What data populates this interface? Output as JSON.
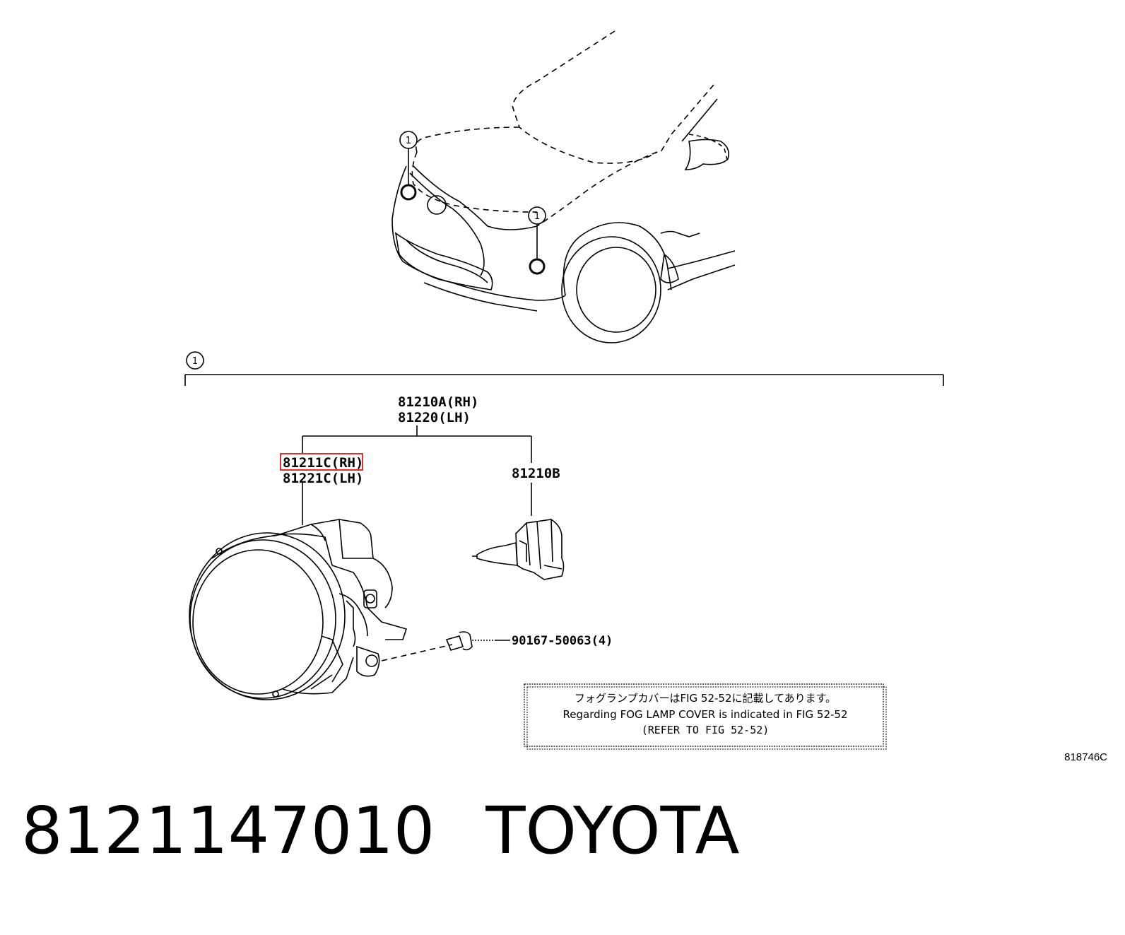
{
  "callouts": {
    "ref_number": "1"
  },
  "parts": {
    "assembly_rh": "81210A(RH)",
    "assembly_lh": "81220(LH)",
    "unit_rh": "81211C(RH)",
    "unit_lh": "81221C(LH)",
    "bulb": "81210B",
    "screw": "90167-50063(4)"
  },
  "highlight": {
    "part": "81211C(RH)",
    "color": "#e03030"
  },
  "note": {
    "line1": "フォグランプカバーはFIG 52-52に記載してあります。",
    "line2": "Regarding FOG LAMP COVER is indicated in FIG 52-52",
    "line3": "(REFER TO FIG 52-52)"
  },
  "figure_ref": "818746C",
  "footer": {
    "part_number": "8121147010",
    "brand": "TOYOTA"
  }
}
